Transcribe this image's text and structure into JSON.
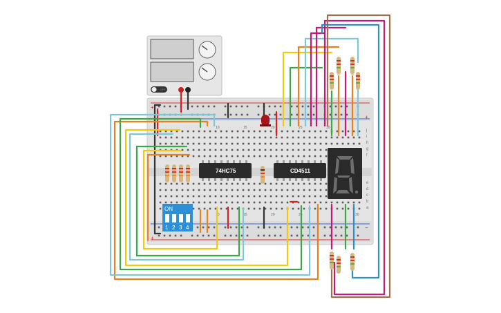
{
  "circuit": {
    "ic1_label": "74HC75",
    "ic2_label": "CD4511",
    "dip": {
      "on_label": "ON",
      "switch_numbers": [
        "1",
        "2",
        "3",
        "4"
      ]
    },
    "power_supply": {
      "off_label": "OFF"
    },
    "rail_plus": "+",
    "rail_minus": "−",
    "top_col_numbers": [
      "10",
      "15",
      "20",
      "25",
      "30"
    ],
    "bottom_col_numbers": [
      "5",
      "10",
      "15",
      "20",
      "25",
      "30"
    ],
    "row_letters_left": [
      "j",
      "i",
      "h",
      "g",
      "f",
      "e",
      "d",
      "c",
      "b",
      "a"
    ],
    "wire_colors": {
      "black": "#333333",
      "red": "#d92020",
      "yellow": "#f2c811",
      "orange": "#e8821e",
      "green": "#3aa845",
      "light_blue": "#7cc8d8",
      "blue": "#2a8fc6",
      "magenta": "#c2187a",
      "brown": "#a0704a",
      "teal": "#49b3b0"
    }
  }
}
